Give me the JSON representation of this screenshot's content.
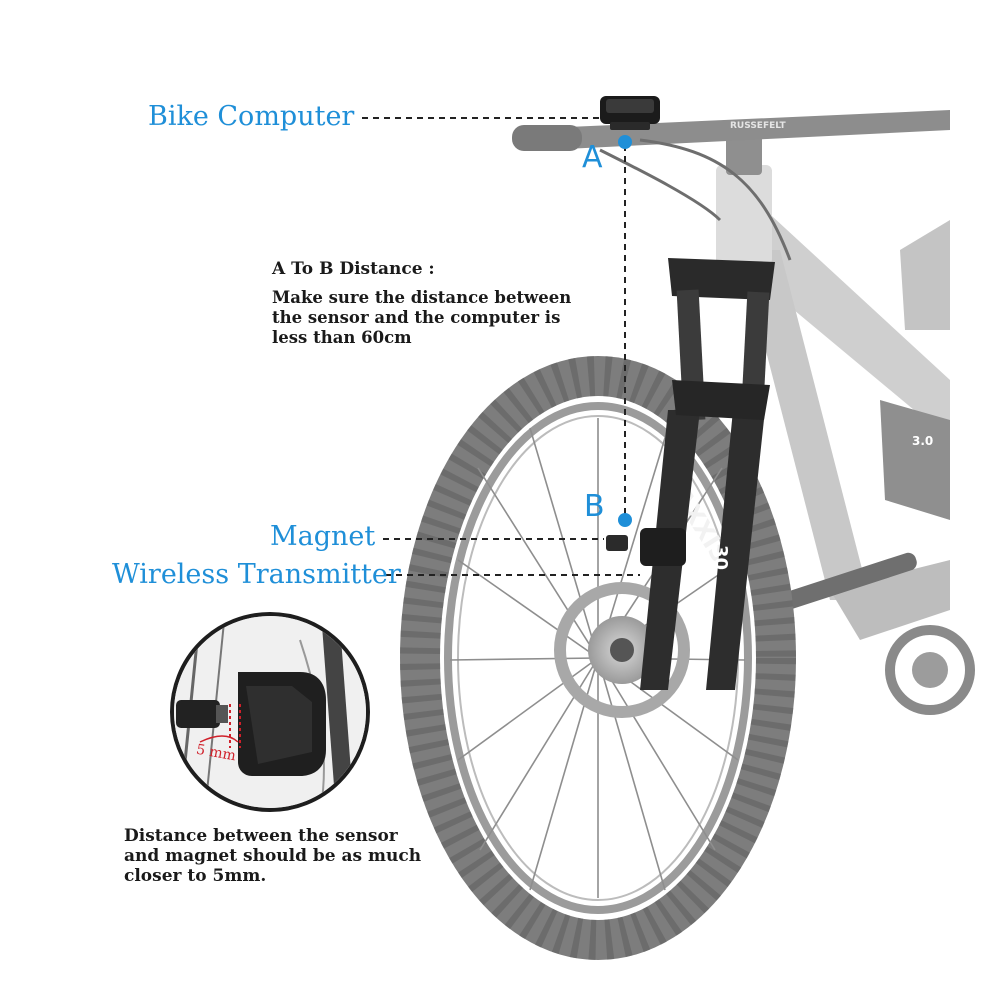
{
  "labels": {
    "bike_computer": "Bike Computer",
    "point_a": "A",
    "point_b": "B",
    "magnet": "Magnet",
    "wireless_transmitter": "Wireless Transmitter"
  },
  "distance_note": {
    "heading": "A To B Distance :",
    "lines": [
      "Make sure the distance between",
      "the sensor and the computer is",
      "less than 60cm"
    ]
  },
  "sensor_note": {
    "lines": [
      "Distance between the sensor",
      "and magnet should be as much",
      "closer to 5mm."
    ]
  },
  "inset": {
    "gap_label": "5 mm"
  },
  "bike_marks": {
    "tire_text": "MAXXIS",
    "fork_text": "30",
    "frame_text": "3.0",
    "bar_text": "RUSSEFELT"
  },
  "colors": {
    "label_blue": "#1f8fd8",
    "text_dark": "#1a1a1a",
    "bike_gray": "#7d7d7d",
    "leader_line": "#222222"
  }
}
